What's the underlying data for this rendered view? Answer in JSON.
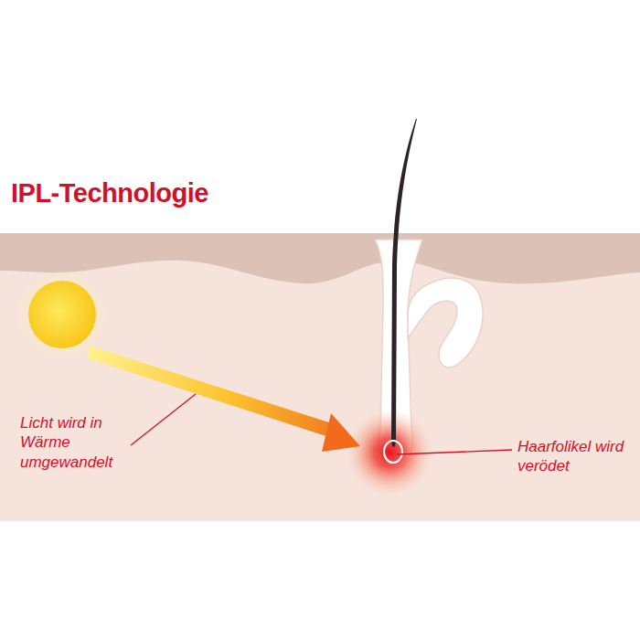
{
  "diagram": {
    "title": "IPL-Technologie",
    "labels": [
      "Licht wird in Wärme umgewandelt",
      "Haarfolikel wird verödet"
    ]
  }
}
